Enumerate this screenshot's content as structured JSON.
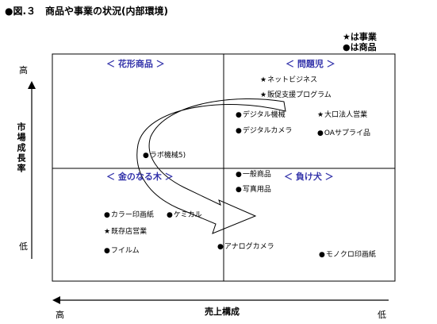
{
  "title": "●図.３　商品や事業の状況(内部環境)",
  "legend": {
    "business": "★は事業",
    "product": "●は商品"
  },
  "quadrants": {
    "star": "＜ 花形商品 ＞",
    "problem_child": "＜ 問題児 ＞",
    "cash_cow": "＜ 金のなる木 ＞",
    "dog": "＜ 負け犬 ＞"
  },
  "y_axis": {
    "label": "市場成長率",
    "high": "高",
    "low": "低"
  },
  "x_axis": {
    "label": "売上構成",
    "high": "高",
    "low": "低"
  },
  "items": [
    {
      "mark": "★",
      "label": "ネットビジネス"
    },
    {
      "mark": "★",
      "label": "販促支援プログラム"
    },
    {
      "mark": "●",
      "label": "デジタル機械"
    },
    {
      "mark": "●",
      "label": "デジタルカメラ"
    },
    {
      "mark": "★",
      "label": "大口法人営業"
    },
    {
      "mark": "●",
      "label": "OAサプライ品"
    },
    {
      "mark": "●",
      "label": "ラボ機械5)"
    },
    {
      "mark": "●",
      "label": "一般商品"
    },
    {
      "mark": "●",
      "label": "写真用品"
    },
    {
      "mark": "●",
      "label": "カラー印画紙"
    },
    {
      "mark": "●",
      "label": "ケミカル"
    },
    {
      "mark": "★",
      "label": "既存店営業"
    },
    {
      "mark": "●",
      "label": "フイルム"
    },
    {
      "mark": "●",
      "label": "アナログカメラ"
    },
    {
      "mark": "●",
      "label": "モノクロ印画紙"
    }
  ]
}
